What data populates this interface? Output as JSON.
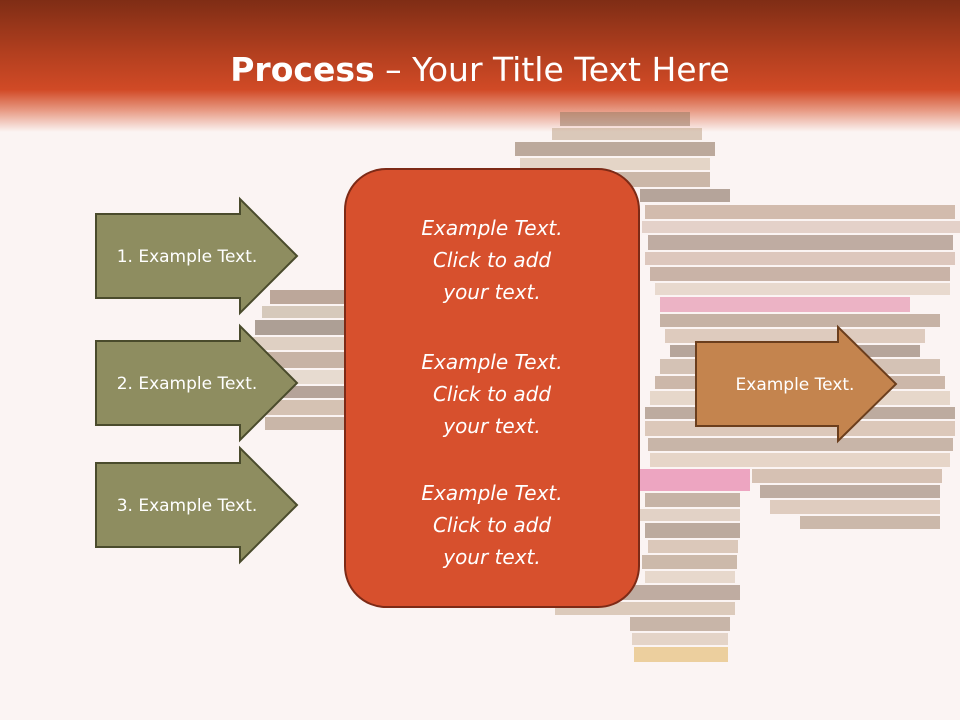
{
  "title": {
    "bold": "Process",
    "rest": " – Your Title Text Here"
  },
  "inputs": [
    {
      "label": "1. Example Text."
    },
    {
      "label": "2. Example Text."
    },
    {
      "label": "3. Example Text."
    }
  ],
  "center": {
    "items": [
      "Example Text.\nClick  to add\nyour text.",
      "Example Text.\nClick  to add\nyour text.",
      "Example Text.\nClick  to add\nyour text."
    ]
  },
  "output": {
    "label": "Example Text."
  },
  "colors": {
    "header": "#c2441f",
    "input_arrow": "#8e8d60",
    "center_box": "#d7502d",
    "output_arrow": "#c4844e",
    "background": "#fbf4f3"
  }
}
